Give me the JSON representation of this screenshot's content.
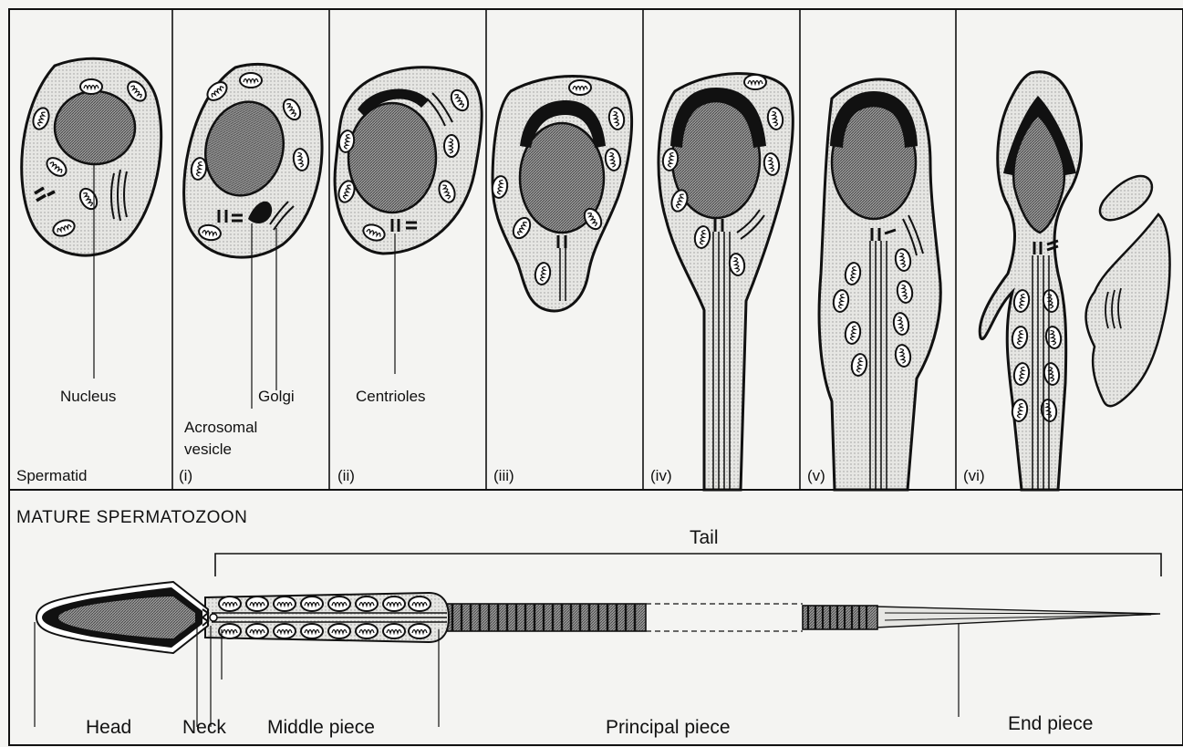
{
  "top_panel": {
    "stages": [
      {
        "key": "spermatid",
        "label": "Spermatid"
      },
      {
        "key": "i",
        "label": "(i)"
      },
      {
        "key": "ii",
        "label": "(ii)"
      },
      {
        "key": "iii",
        "label": "(iii)"
      },
      {
        "key": "iv",
        "label": "(iv)"
      },
      {
        "key": "v",
        "label": "(v)"
      },
      {
        "key": "vi",
        "label": "(vi)"
      }
    ],
    "callouts": {
      "nucleus": "Nucleus",
      "golgi": "Golgi",
      "centrioles": "Centrioles",
      "acrosomal_line1": "Acrosomal",
      "acrosomal_line2": "vesicle"
    }
  },
  "bottom_panel": {
    "title": "MATURE SPERMATOZOON",
    "tail_label": "Tail",
    "parts": {
      "head": "Head",
      "neck": "Neck",
      "middle_piece": "Middle piece",
      "principal_piece": "Principal piece",
      "end_piece": "End piece"
    }
  },
  "colors": {
    "ink": "#111111",
    "paper": "#f4f4f2",
    "cytoplasm": "#e3e3e0",
    "nucleus": "#8a8a8a"
  }
}
